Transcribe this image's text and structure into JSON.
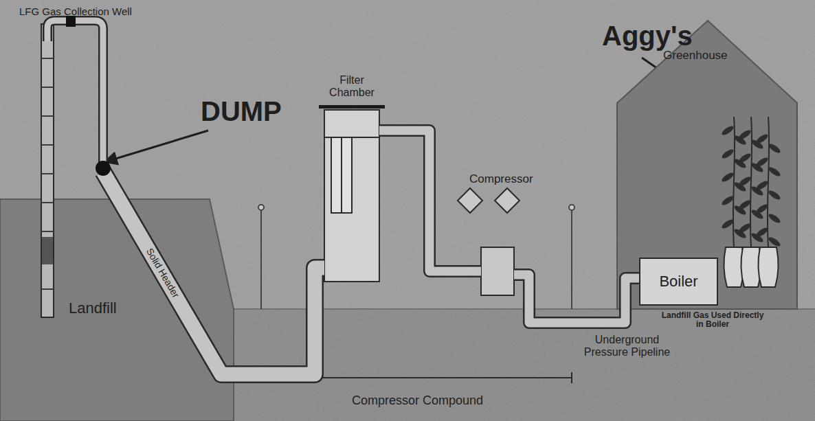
{
  "diagram": {
    "nodes": [
      {
        "text": [
          "Landfill"
        ]
      },
      {
        "text": [
          "Filter Chamber"
        ]
      },
      {
        "text": [
          "Compressor"
        ]
      },
      {
        "text": [
          "Greenhouse"
        ]
      },
      {
        "text": [
          "Boiler"
        ],
        "in": 3
      }
    ],
    "edges": [
      {
        "from": 0,
        "to": 1,
        "arrow": "none",
        "label": "Solid Header"
      },
      {
        "from": 1,
        "to": 2,
        "arrow": "none"
      },
      {
        "from": 2,
        "to": 4,
        "arrow": "none"
      }
    ],
    "labels": [
      "LFG Gas Collection Well",
      "DUMP",
      "Aggy's",
      "Underground Pressure Pipeline",
      "Landfill Gas Used Directly in Boiler",
      "Compressor Compound"
    ]
  }
}
